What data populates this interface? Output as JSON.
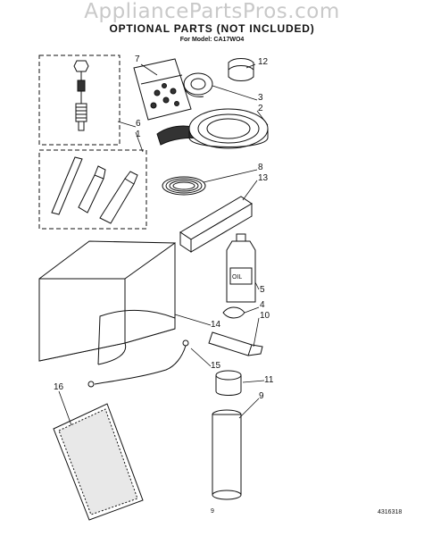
{
  "watermark": "AppliancePartsPros.com",
  "title": "OPTIONAL PARTS (NOT INCLUDED)",
  "subtitle": "For Model: CA17WO4",
  "callouts": [
    "7",
    "12",
    "3",
    "2",
    "6",
    "1",
    "8",
    "13",
    "5",
    "4",
    "10",
    "14",
    "15",
    "11",
    "16",
    "9"
  ],
  "labels": {
    "oil_bottle": "OIL"
  },
  "footer": {
    "page_number": "9",
    "document_number": "4316318"
  }
}
